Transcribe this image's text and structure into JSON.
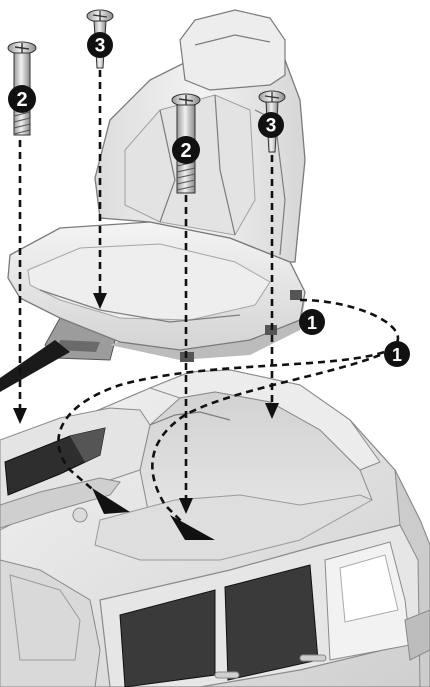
{
  "callouts": {
    "step1_upper": "1",
    "step1_lower": "1",
    "step2_left": "2",
    "step2_center": "2",
    "step3_left": "3",
    "step3_right": "3"
  },
  "icons": {
    "screw": "screw-icon",
    "seat": "seat-icon",
    "vehicle_body": "vehicle-body-icon"
  },
  "colors": {
    "callout_fill": "#111111",
    "callout_text": "#ffffff",
    "guide_lines": "#111111",
    "part_fill": "#e9e9e9",
    "part_shadow": "#bdbdbd"
  }
}
